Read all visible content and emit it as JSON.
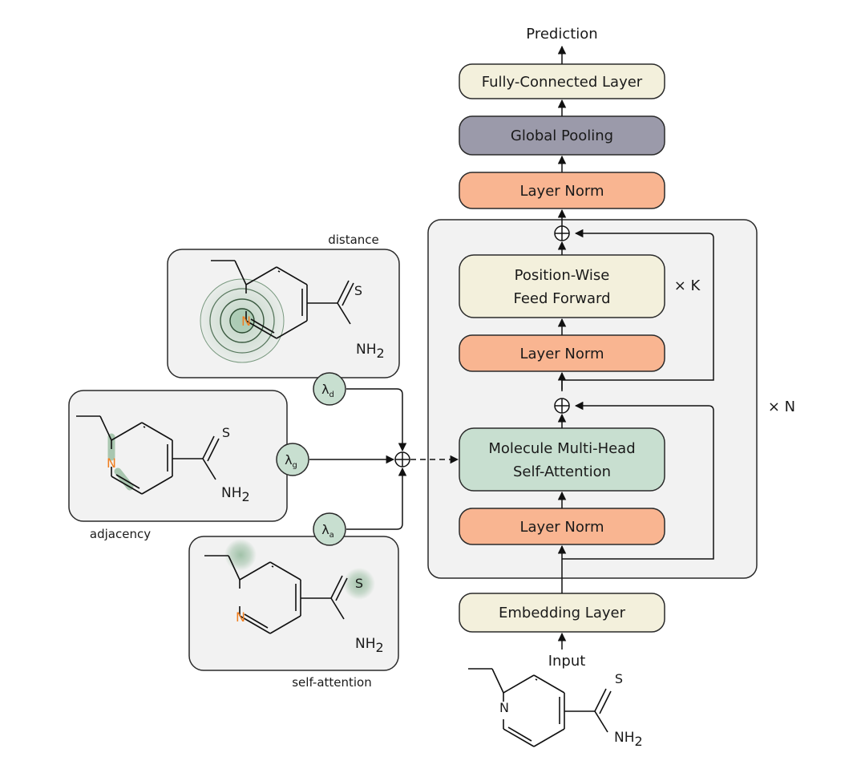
{
  "labels": {
    "prediction": "Prediction",
    "fully_connected": "Fully-Connected Layer",
    "global_pooling": "Global Pooling",
    "layer_norm_top": "Layer Norm",
    "ffn_line1": "Position-Wise",
    "ffn_line2": "Feed Forward",
    "layer_norm_ffn": "Layer Norm",
    "attention_line1": "Molecule Multi-Head",
    "attention_line2": "Self-Attention",
    "layer_norm_attention": "Layer Norm",
    "embedding": "Embedding Layer",
    "input": "Input",
    "times_k": "× K",
    "times_n": "× N",
    "distance": "distance",
    "adjacency": "adjacency",
    "self_attention": "self-attention",
    "lambda_symbol": "λ",
    "lambda_d_sub": "d",
    "lambda_g_sub": "g",
    "lambda_a_sub": "a"
  },
  "atoms": {
    "nitrogen": "N",
    "sulfur": "S",
    "amine": "NH",
    "amine_sub": "2"
  },
  "colors": {
    "cream": "#f3f0dc",
    "dark_purple": "#9b9aaa",
    "orange": "#f9b591",
    "green": "#c8dfd0",
    "panel_gray": "#f2f2f2",
    "nitrogen_orange": "#f07e1f",
    "highlight_green": "#5e9a6c"
  }
}
